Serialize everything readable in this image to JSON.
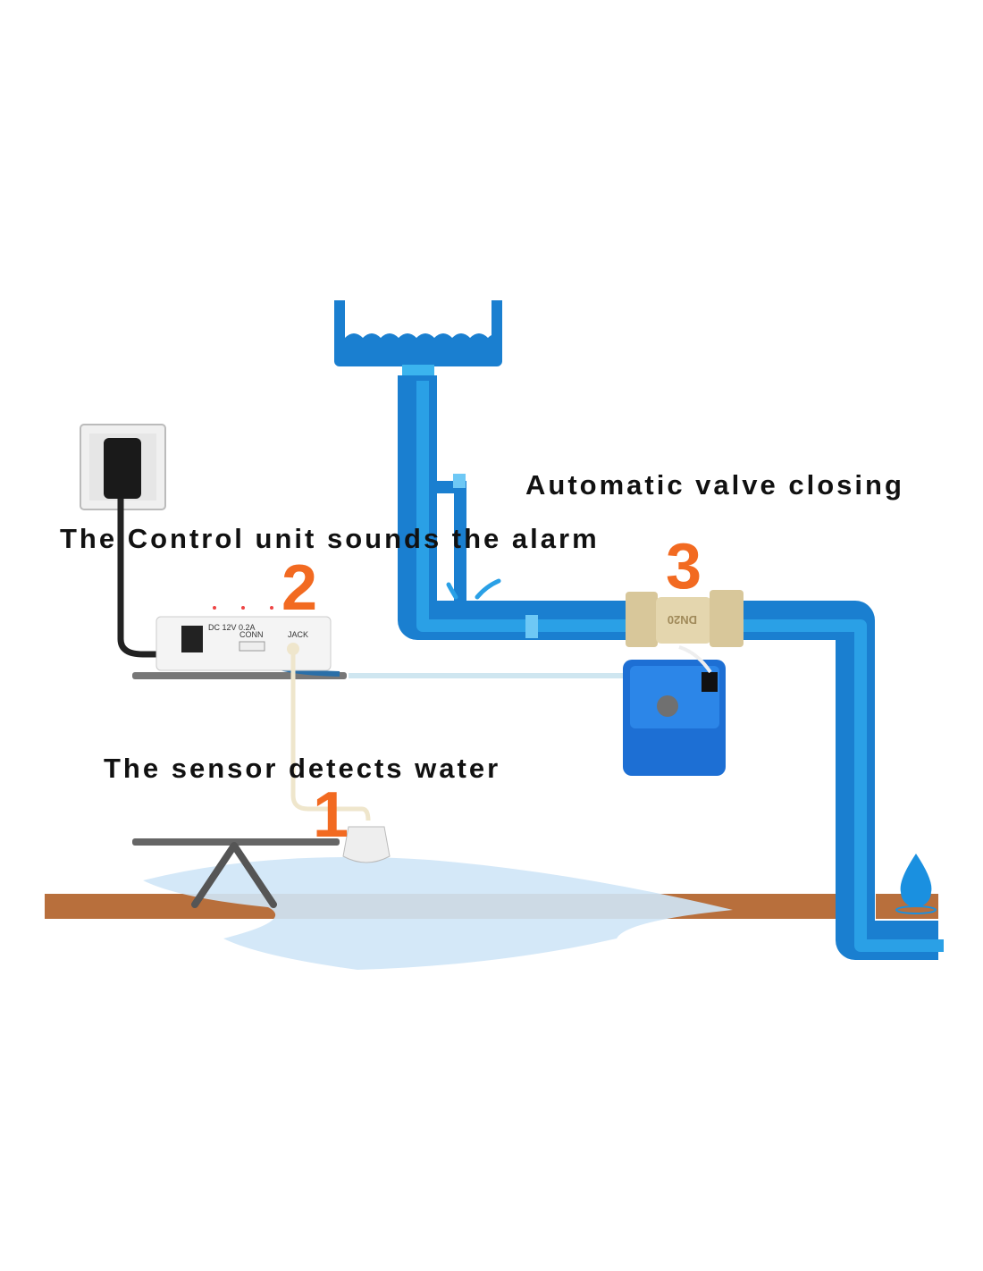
{
  "captions": {
    "step3": "Automatic valve closing",
    "step2": "The Control unit sounds the alarm",
    "step1": "The sensor detects water"
  },
  "step_numbers": {
    "one": "1",
    "two": "2",
    "three": "3"
  },
  "control_unit": {
    "power_label": "DC 12V 0.2A",
    "conn_label": "CONN",
    "jack_label": "JACK"
  },
  "valve": {
    "marking": "DN20"
  },
  "colors": {
    "pipe": "#1a7fd0",
    "pipe_light": "#2aa0e6",
    "floor": "#b86f3c",
    "accent": "#f26a21",
    "water": "#cfe6f7"
  }
}
